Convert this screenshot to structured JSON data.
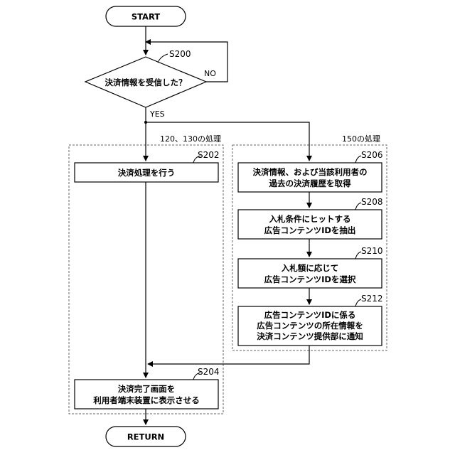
{
  "start": "START",
  "end": "RETURN",
  "decision": {
    "step": "S200",
    "text": "決済情報を受信した？",
    "no": "NO",
    "yes": "YES"
  },
  "groups": {
    "left": "120、130の処理",
    "right": "150の処理"
  },
  "steps": {
    "s202": {
      "step": "S202",
      "lines": [
        "決済処理を行う"
      ]
    },
    "s206": {
      "step": "S206",
      "lines": [
        "決済情報、および当該利用者の",
        "過去の決済履歴を取得"
      ]
    },
    "s208": {
      "step": "S208",
      "lines": [
        "入札条件にヒットする",
        "広告コンテンツIDを抽出"
      ]
    },
    "s210": {
      "step": "S210",
      "lines": [
        "入札額に応じて",
        "広告コンテンツIDを選択"
      ]
    },
    "s212": {
      "step": "S212",
      "lines": [
        "広告コンテンツIDに係る",
        "広告コンテンツの所在情報を",
        "決済コンテンツ提供部に通知"
      ]
    },
    "s204": {
      "step": "S204",
      "lines": [
        "決済完了画面を",
        "利用者端末装置に表示させる"
      ]
    }
  }
}
